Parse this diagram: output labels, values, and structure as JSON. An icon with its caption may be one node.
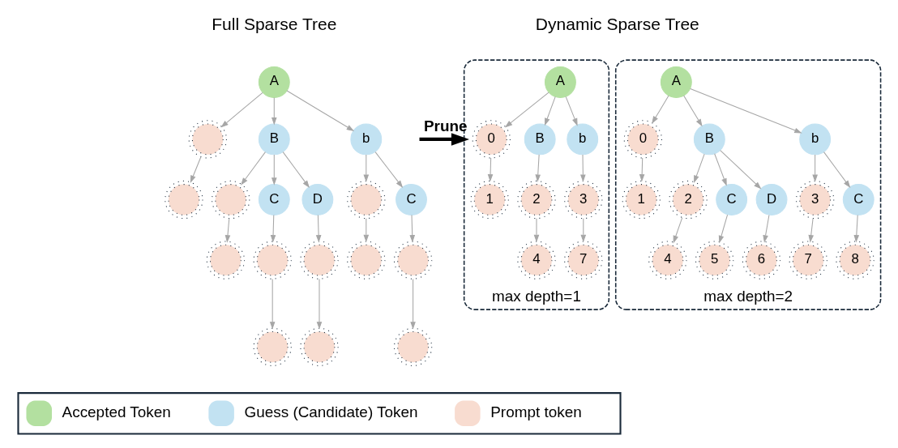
{
  "diagram": {
    "nodes": [
      {
        "text": [
          "A"
        ]
      },
      {
        "text": [],
        "shape": "circle"
      },
      {
        "text": [
          "B"
        ]
      },
      {
        "text": [
          "b"
        ]
      },
      {
        "text": [],
        "shape": "circle"
      },
      {
        "text": [],
        "shape": "circle"
      },
      {
        "text": [
          "C"
        ]
      },
      {
        "text": [
          "D"
        ]
      },
      {
        "text": [],
        "shape": "circle"
      },
      {
        "text": [
          "C"
        ]
      },
      {
        "text": [],
        "shape": "circle"
      },
      {
        "text": [],
        "shape": "circle"
      },
      {
        "text": [],
        "shape": "circle"
      },
      {
        "text": [],
        "shape": "circle"
      },
      {
        "text": [],
        "shape": "circle"
      },
      {
        "text": [],
        "shape": "circle"
      },
      {
        "text": [],
        "shape": "circle"
      },
      {
        "text": [],
        "shape": "circle"
      },
      {
        "text": [
          "max depth=1"
        ]
      },
      {
        "text": [
          "A"
        ],
        "in": 18
      },
      {
        "text": [
          "0"
        ],
        "in": 18
      },
      {
        "text": [
          "B"
        ],
        "in": 18
      },
      {
        "text": [
          "b"
        ],
        "in": 18
      },
      {
        "text": [
          "1"
        ],
        "in": 18
      },
      {
        "text": [
          "2"
        ],
        "in": 18
      },
      {
        "text": [
          "3"
        ],
        "in": 18
      },
      {
        "text": [
          "4"
        ],
        "in": 18
      },
      {
        "text": [
          "7"
        ],
        "in": 18
      },
      {
        "text": [
          "max depth=2"
        ]
      },
      {
        "text": [
          "A"
        ],
        "in": 28
      },
      {
        "text": [
          "0"
        ],
        "in": 28
      },
      {
        "text": [
          "B"
        ],
        "in": 28
      },
      {
        "text": [
          "b"
        ],
        "in": 28
      },
      {
        "text": [
          "1"
        ],
        "in": 28
      },
      {
        "text": [
          "2"
        ],
        "in": 28
      },
      {
        "text": [
          "C"
        ],
        "in": 28
      },
      {
        "text": [
          "D"
        ],
        "in": 28
      },
      {
        "text": [
          "3"
        ],
        "in": 28
      },
      {
        "text": [
          "C"
        ],
        "in": 28
      },
      {
        "text": [
          "4"
        ],
        "in": 28
      },
      {
        "text": [
          "5"
        ],
        "in": 28
      },
      {
        "text": [
          "6"
        ],
        "in": 28
      },
      {
        "text": [
          "7"
        ],
        "in": 28
      },
      {
        "text": [
          "8"
        ],
        "in": 28
      }
    ],
    "edges": [
      {
        "from": 0,
        "to": 1,
        "arrow": "to"
      },
      {
        "from": 0,
        "to": 2,
        "arrow": "to"
      },
      {
        "from": 0,
        "to": 3,
        "arrow": "to"
      },
      {
        "from": 1,
        "to": 4,
        "arrow": "to"
      },
      {
        "from": 2,
        "to": 5,
        "arrow": "to"
      },
      {
        "from": 2,
        "to": 6,
        "arrow": "to"
      },
      {
        "from": 2,
        "to": 7,
        "arrow": "to"
      },
      {
        "from": 3,
        "to": 8,
        "arrow": "to"
      },
      {
        "from": 3,
        "to": 9,
        "arrow": "to"
      },
      {
        "from": 5,
        "to": 10,
        "arrow": "to"
      },
      {
        "from": 6,
        "to": 11,
        "arrow": "to"
      },
      {
        "from": 7,
        "to": 12,
        "arrow": "to"
      },
      {
        "from": 8,
        "to": 13,
        "arrow": "to"
      },
      {
        "from": 9,
        "to": 14,
        "arrow": "to"
      },
      {
        "from": 11,
        "to": 15,
        "arrow": "to"
      },
      {
        "from": 12,
        "to": 16,
        "arrow": "to"
      },
      {
        "from": 14,
        "to": 17,
        "arrow": "to"
      },
      {
        "from": null,
        "to": 18,
        "arrow": "to",
        "label": "Prune",
        "style": "thick",
        "color": "#000000"
      },
      {
        "from": 19,
        "to": 20,
        "arrow": "to"
      },
      {
        "from": 19,
        "to": 21,
        "arrow": "to"
      },
      {
        "from": 19,
        "to": 22,
        "arrow": "to"
      },
      {
        "from": 20,
        "to": 23,
        "arrow": "to"
      },
      {
        "from": 21,
        "to": 24,
        "arrow": "to"
      },
      {
        "from": 22,
        "to": 25,
        "arrow": "to"
      },
      {
        "from": 24,
        "to": 26,
        "arrow": "to"
      },
      {
        "from": 25,
        "to": 27,
        "arrow": "to"
      },
      {
        "from": 29,
        "to": 30,
        "arrow": "to"
      },
      {
        "from": 29,
        "to": 31,
        "arrow": "to"
      },
      {
        "from": 29,
        "to": 32,
        "arrow": "to"
      },
      {
        "from": 30,
        "to": 33,
        "arrow": "to"
      },
      {
        "from": 31,
        "to": 34,
        "arrow": "to"
      },
      {
        "from": 31,
        "to": 35,
        "arrow": "to"
      },
      {
        "from": 31,
        "to": 36,
        "arrow": "to"
      },
      {
        "from": 32,
        "to": 37,
        "arrow": "to"
      },
      {
        "from": 32,
        "to": 38,
        "arrow": "to"
      },
      {
        "from": 34,
        "to": 39,
        "arrow": "to"
      },
      {
        "from": 35,
        "to": 40,
        "arrow": "to"
      },
      {
        "from": 36,
        "to": 41,
        "arrow": "to"
      },
      {
        "from": 37,
        "to": 42,
        "arrow": "to"
      },
      {
        "from": 38,
        "to": 43,
        "arrow": "to"
      }
    ],
    "labels": [
      "Full Sparse Tree",
      "Dynamic Sparse Tree"
    ],
    "legend": [
      {
        "text": "Accepted Token",
        "color": "#b3e0a0"
      },
      {
        "text": "Guess (Candidate) Token",
        "color": "#c2e2f2"
      },
      {
        "text": "Prompt token",
        "color": "#f8dcd0"
      }
    ]
  }
}
